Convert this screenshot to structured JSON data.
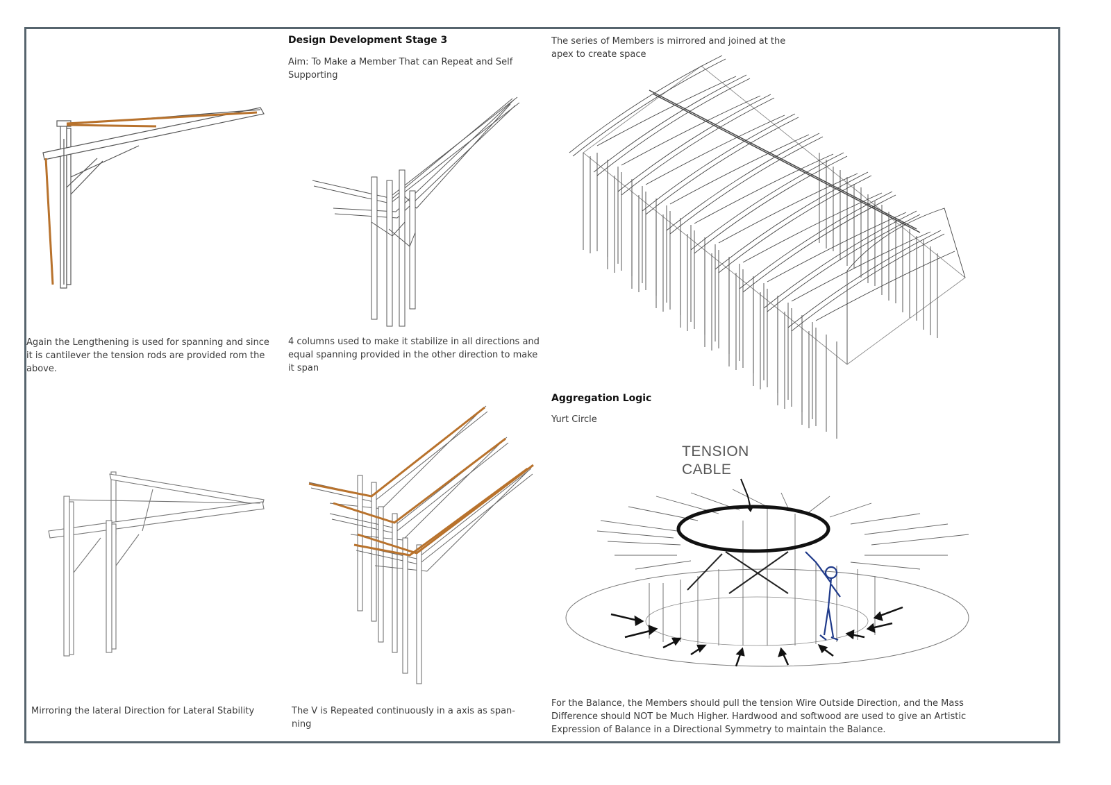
{
  "stage": {
    "heading": "Design Development Stage 3",
    "aim": "Aim: To Make a Member That can Repeat and Self Supporting"
  },
  "captions": {
    "lengthening": "Again the Lengthening is used for spanning and since it is cantilever the tension rods are provided rom the above.",
    "four_columns": "4 columns used to make it stabilize in all directions and equal spanning provided in the other direction to make it span",
    "mirroring": "Mirroring the lateral Direction for Lateral Stability",
    "v_repeated": "The V is Repeated continuously in a axis as span-ning",
    "mirrored_apex": "The series of Members is mirrored and joined at the apex to create space"
  },
  "aggregation": {
    "heading": "Aggregation Logic",
    "subheading": "Yurt Circle",
    "tension_line1": "TENSION",
    "tension_line2": "CABLE",
    "balance_text": "For the Balance, the Members should pull the tension Wire Outside Direction, and the Mass Difference should NOT be Much Higher. Hardwood and softwood are used to give an Artistic Expression of Balance in a Directional Symmetry to maintain the Balance."
  },
  "colors": {
    "frame": "#56646d",
    "tension_rod": "#b8722c",
    "line": "#555555",
    "figure": "#1f3a8a"
  }
}
